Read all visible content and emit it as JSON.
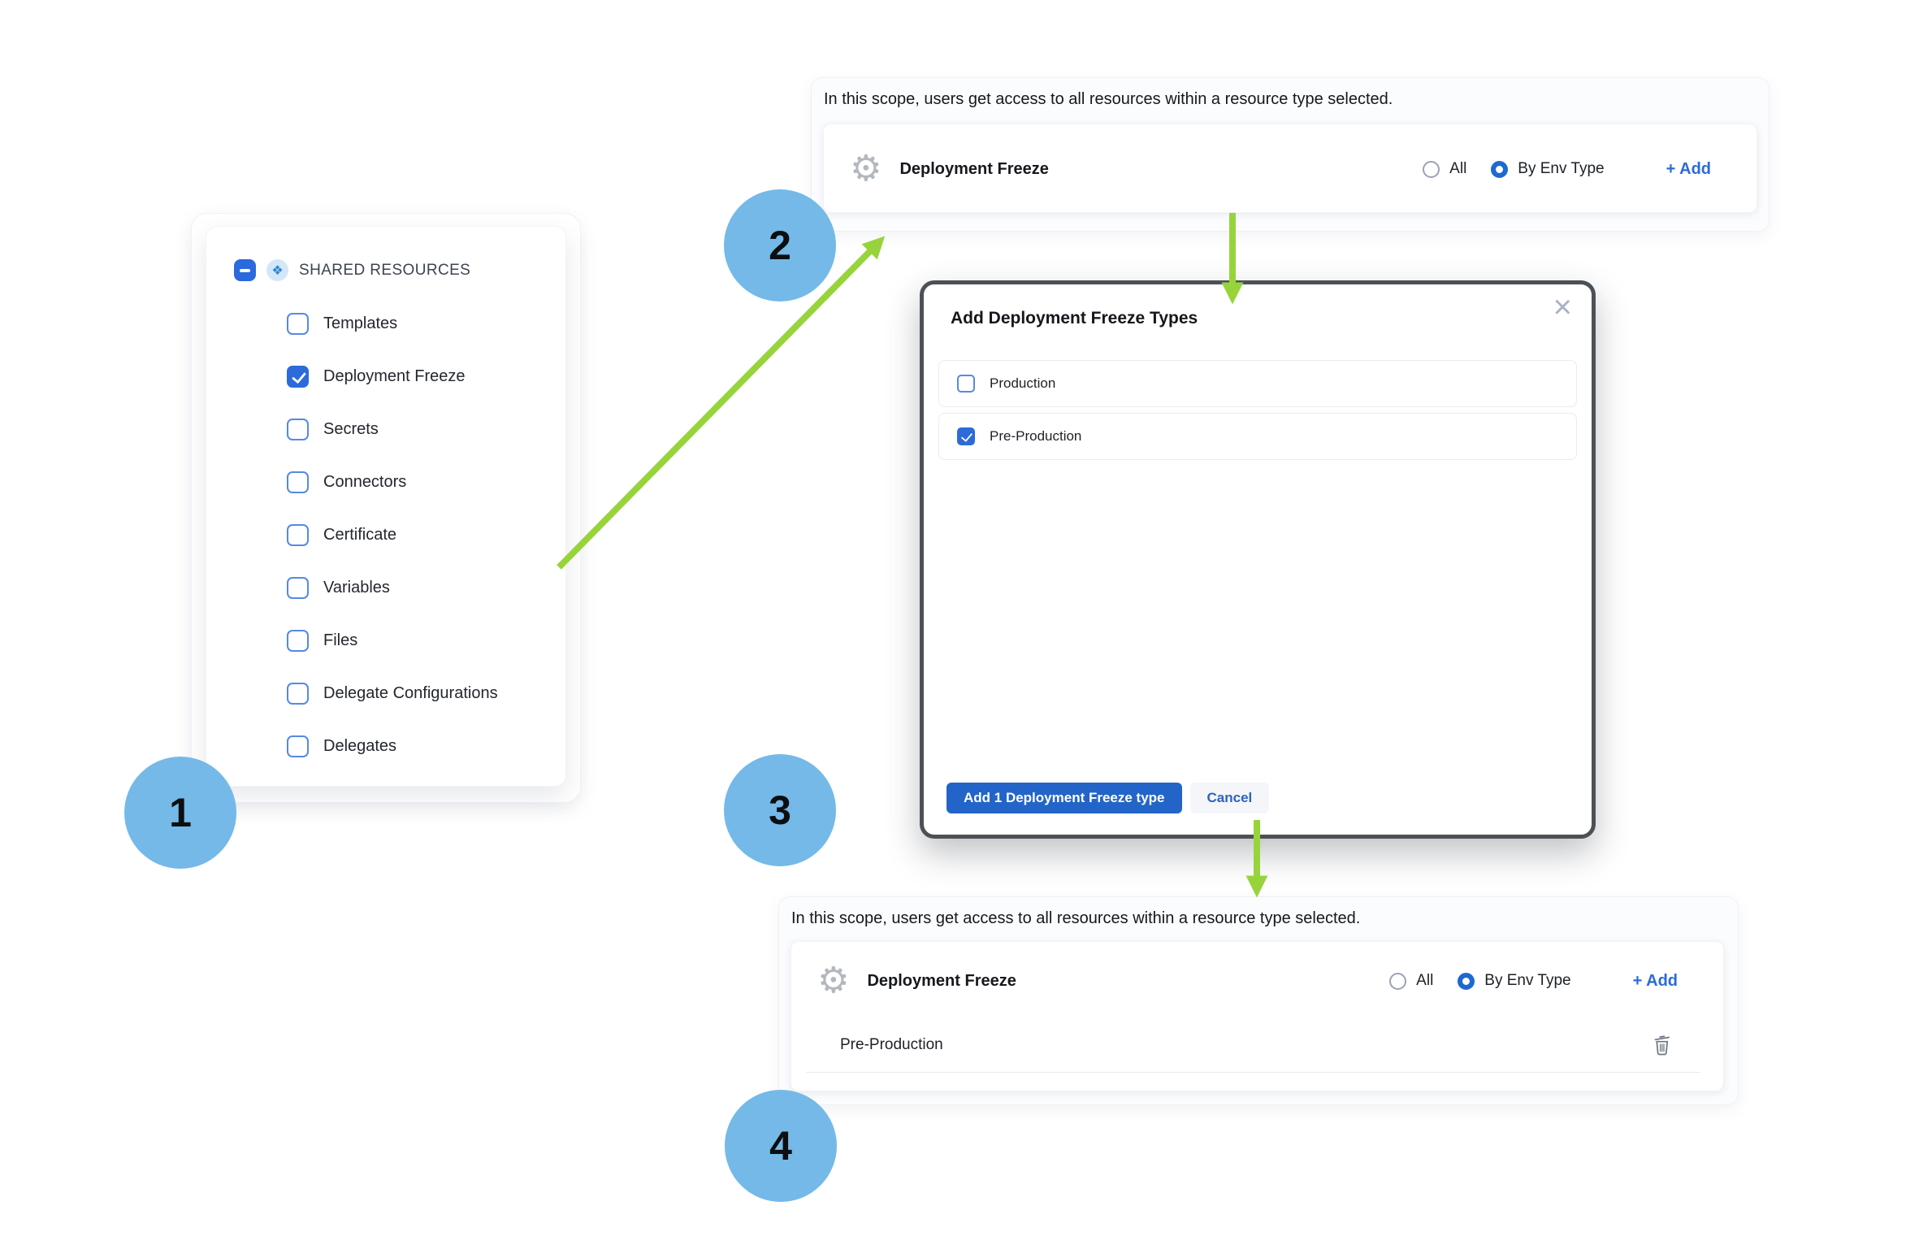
{
  "colors": {
    "accent_blue": "#2a6bd8",
    "checkbox_blue": "#2c6bd9",
    "radio_selected_blue": "#1f68d0",
    "primary_button_blue": "#2364c8",
    "annotation_circle_blue": "#74b9e8",
    "annotation_arrow_green": "#97d43c",
    "modal_border": "#4c5157"
  },
  "annotations": {
    "steps": [
      "1",
      "2",
      "3",
      "4"
    ]
  },
  "sidebar": {
    "title": "SHARED RESOURCES",
    "items": [
      {
        "label": "Templates",
        "checked": false
      },
      {
        "label": "Deployment Freeze",
        "checked": true
      },
      {
        "label": "Secrets",
        "checked": false
      },
      {
        "label": "Connectors",
        "checked": false
      },
      {
        "label": "Certificate",
        "checked": false
      },
      {
        "label": "Variables",
        "checked": false
      },
      {
        "label": "Files",
        "checked": false
      },
      {
        "label": "Delegate Configurations",
        "checked": false
      },
      {
        "label": "Delegates",
        "checked": false
      }
    ]
  },
  "scope_panel_top": {
    "description": "In this scope, users get access to all resources within a resource type selected.",
    "row": {
      "label": "Deployment Freeze",
      "options": [
        {
          "label": "All",
          "selected": false
        },
        {
          "label": "By Env Type",
          "selected": true
        }
      ],
      "add_label": "+ Add"
    }
  },
  "modal": {
    "title": "Add Deployment Freeze Types",
    "close_glyph": "×",
    "rows": [
      {
        "label": "Production",
        "checked": false
      },
      {
        "label": "Pre-Production",
        "checked": true
      }
    ],
    "primary_button": "Add 1 Deployment Freeze type",
    "secondary_button": "Cancel"
  },
  "scope_panel_bottom": {
    "description": "In this scope, users get access to all resources within a resource type selected.",
    "row": {
      "label": "Deployment Freeze",
      "options": [
        {
          "label": "All",
          "selected": false
        },
        {
          "label": "By Env Type",
          "selected": true
        }
      ],
      "add_label": "+ Add"
    },
    "selected_types": [
      {
        "label": "Pre-Production"
      }
    ]
  },
  "icons": {
    "collapse": "minus-icon",
    "group": "resources-diamond-icon",
    "group_glyph": "❖",
    "resource": "gear-icon",
    "gear_glyph": "⚙",
    "delete": "trash-icon"
  }
}
